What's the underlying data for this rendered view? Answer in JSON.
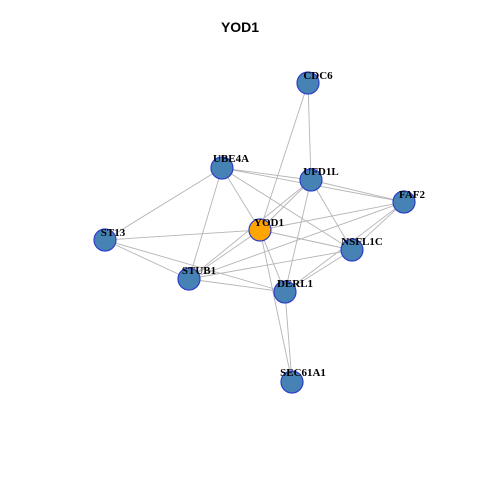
{
  "title": "YOD1",
  "colors": {
    "node": "#4682b4",
    "center": "#ffa500",
    "border": "#2f3ec9",
    "edge": "#b5b5b5"
  },
  "nodes": [
    {
      "id": "CDC6",
      "label": "CDC6",
      "center": false
    },
    {
      "id": "UBE4A",
      "label": "UBE4A",
      "center": false
    },
    {
      "id": "UFD1L",
      "label": "UFD1L",
      "center": false
    },
    {
      "id": "FAF2",
      "label": "FAF2",
      "center": false
    },
    {
      "id": "ST13",
      "label": "ST13",
      "center": false
    },
    {
      "id": "YOD1",
      "label": "YOD1",
      "center": true
    },
    {
      "id": "NSFL1C",
      "label": "NSFL1C",
      "center": false
    },
    {
      "id": "STUB1",
      "label": "STUB1",
      "center": false
    },
    {
      "id": "DERL1",
      "label": "DERL1",
      "center": false
    },
    {
      "id": "SEC61A1",
      "label": "SEC61A1",
      "center": false
    }
  ],
  "edges": [
    [
      "CDC6",
      "UFD1L"
    ],
    [
      "CDC6",
      "YOD1"
    ],
    [
      "UBE4A",
      "UFD1L"
    ],
    [
      "UBE4A",
      "FAF2"
    ],
    [
      "UBE4A",
      "NSFL1C"
    ],
    [
      "UBE4A",
      "YOD1"
    ],
    [
      "UBE4A",
      "ST13"
    ],
    [
      "UBE4A",
      "STUB1"
    ],
    [
      "UFD1L",
      "FAF2"
    ],
    [
      "UFD1L",
      "NSFL1C"
    ],
    [
      "UFD1L",
      "YOD1"
    ],
    [
      "UFD1L",
      "STUB1"
    ],
    [
      "UFD1L",
      "DERL1"
    ],
    [
      "FAF2",
      "YOD1"
    ],
    [
      "FAF2",
      "NSFL1C"
    ],
    [
      "FAF2",
      "DERL1"
    ],
    [
      "FAF2",
      "STUB1"
    ],
    [
      "ST13",
      "YOD1"
    ],
    [
      "ST13",
      "STUB1"
    ],
    [
      "ST13",
      "DERL1"
    ],
    [
      "YOD1",
      "NSFL1C"
    ],
    [
      "YOD1",
      "STUB1"
    ],
    [
      "YOD1",
      "DERL1"
    ],
    [
      "NSFL1C",
      "STUB1"
    ],
    [
      "NSFL1C",
      "DERL1"
    ],
    [
      "STUB1",
      "DERL1"
    ],
    [
      "DERL1",
      "SEC61A1"
    ],
    [
      "YOD1",
      "SEC61A1"
    ]
  ]
}
